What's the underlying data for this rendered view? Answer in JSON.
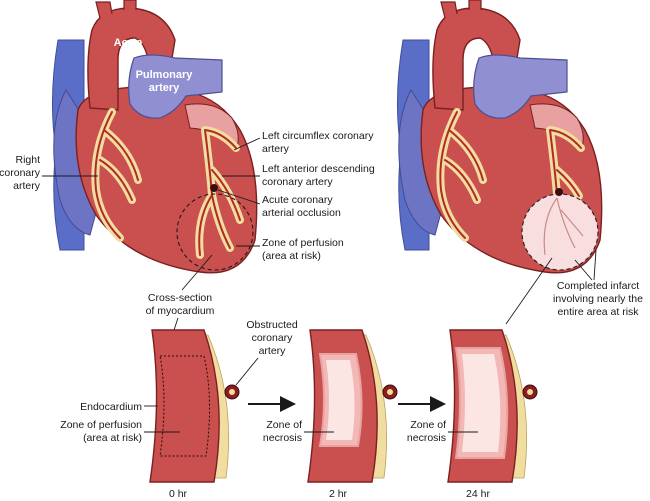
{
  "colors": {
    "heart": "#c9504f",
    "heart_dark": "#a63a3a",
    "vessel_purple": "#8f8fd2",
    "vein_blue": "#5a6ec8",
    "fat": "#f2dda0",
    "artery": "#b22a25",
    "infarct": "#f8dede",
    "necrosis": "#fbe6e4"
  },
  "heart_left": {
    "aorta": "Aorta",
    "pulmonary": [
      "Pulmonary",
      "artery"
    ],
    "right_coronary": [
      "Right",
      "coronary",
      "artery"
    ],
    "circumflex": [
      "Left circumflex coronary",
      "artery"
    ],
    "lad": [
      "Left anterior descending",
      "coronary artery"
    ],
    "occlusion": [
      "Acute coronary",
      "arterial occlusion"
    ],
    "perfusion": [
      "Zone of perfusion",
      "(area at risk)"
    ],
    "cross_section": [
      "Cross-section",
      "of myocardium"
    ]
  },
  "heart_right": {
    "infarct": [
      "Completed infarct",
      "involving nearly the",
      "entire area at risk"
    ]
  },
  "sections": {
    "obstructed": [
      "Obstructed",
      "coronary",
      "artery"
    ],
    "endocardium": "Endocardium",
    "perfusion": [
      "Zone of perfusion",
      "(area at risk)"
    ],
    "necrosis_2": [
      "Zone of",
      "necrosis"
    ],
    "necrosis_24": [
      "Zone of",
      "necrosis"
    ],
    "time_0": "0 hr",
    "time_2": "2 hr",
    "time_24": "24 hr"
  }
}
